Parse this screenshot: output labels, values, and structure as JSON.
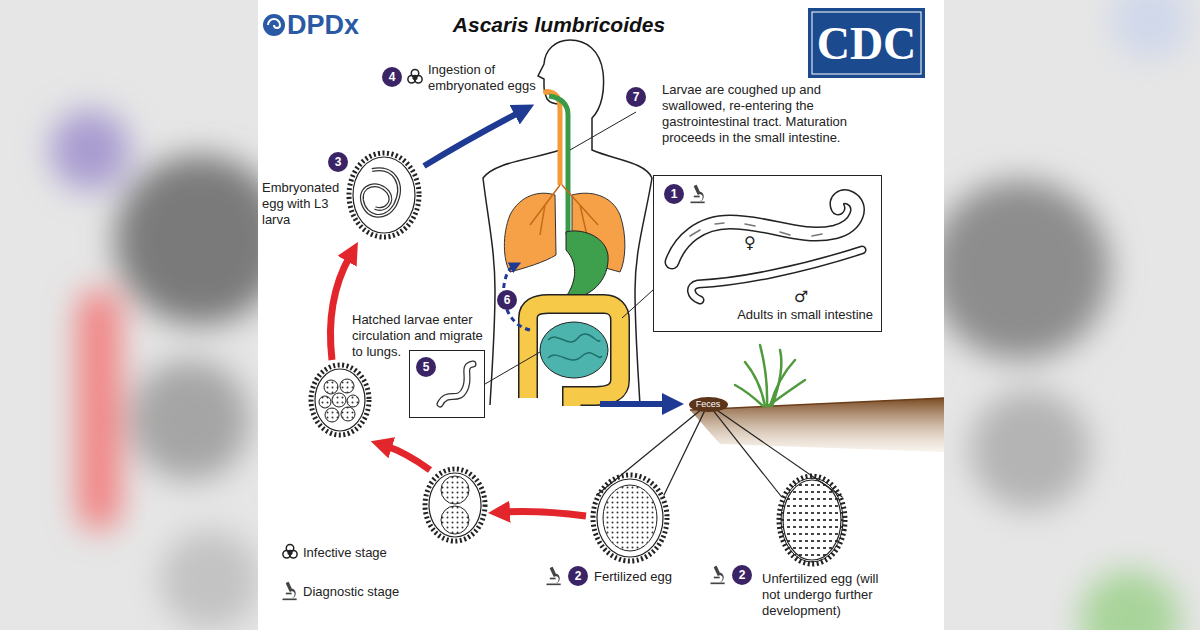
{
  "diagram": {
    "title": "Ascaris lumbricoides",
    "nodes": [
      {
        "text": [
          "3",
          "Embryonated egg with L3 larva"
        ]
      },
      {
        "text": [
          "1",
          "♀",
          "♂",
          "Adults in small intestine"
        ]
      },
      {
        "text": [
          "5"
        ]
      },
      {
        "text": [
          "Feces"
        ]
      },
      {
        "text": [
          "2",
          "Fertilized egg"
        ]
      },
      {
        "text": [
          "2",
          "Unfertilized egg (will not undergo further development)"
        ]
      }
    ],
    "edges": [
      {
        "from": 3,
        "to": 4,
        "arrow": "none"
      },
      {
        "from": 3,
        "to": 5,
        "arrow": "none"
      }
    ],
    "labels": [
      "DPDx",
      "CDC",
      "4",
      "Ingestion of embryonated eggs",
      "7",
      "Larvae are coughed up and swallowed, re-entering the gastrointestinal tract. Maturation proceeds in the small intestine.",
      "6",
      "Hatched larvae enter circulation and migrate to lungs."
    ],
    "legend": [
      {
        "text": "Infective stage"
      },
      {
        "text": "Diagnostic stage"
      }
    ]
  }
}
